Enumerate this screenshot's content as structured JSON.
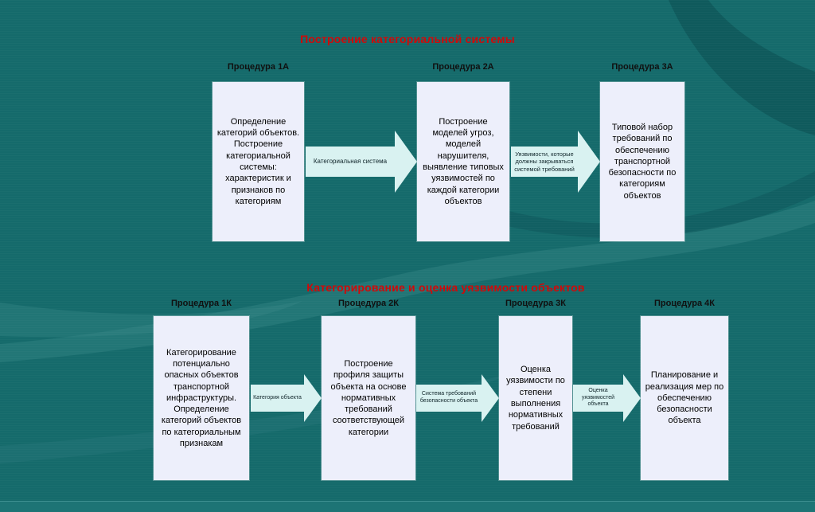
{
  "colors": {
    "background": "#156a6b",
    "box_fill": "#edeffb",
    "arrow_fill": "#d9f2f1",
    "section_title": "#cf0a0a",
    "procedure_header": "#101010",
    "box_text": "#000000"
  },
  "sections": [
    {
      "title": "Построение категориальной системы",
      "procedures": [
        {
          "header": "Процедура 1А",
          "body": "Определение категорий объектов. Построение категориальной системы: характеристик и признаков по категориям"
        },
        {
          "header": "Процедура 2А",
          "body": "Построение моделей угроз, моделей нарушителя, выявление типовых уязвимостей по каждой категории объектов"
        },
        {
          "header": "Процедура 3А",
          "body": "Типовой набор требований по обеспечению транспортной безопасности по категориям объектов"
        }
      ],
      "arrows": [
        {
          "label": "Категориальная система"
        },
        {
          "label": "Уязвимости, которые должны закрываться системой требований"
        }
      ]
    },
    {
      "title": "Категорирование и оценка уязвимости объектов",
      "procedures": [
        {
          "header": "Процедура 1К",
          "body": "Категорирование потенциально опасных объектов транспортной инфраструктуры. Определение категорий объектов по категориальным признакам"
        },
        {
          "header": "Процедура 2К",
          "body": "Построение профиля защиты объекта на основе нормативных требований соответствующей категории"
        },
        {
          "header": "Процедура 3К",
          "body": "Оценка уязвимости по степени выполнения нормативных требований"
        },
        {
          "header": "Процедура 4К",
          "body": "Планирование и реализация мер по обеспечению безопасности объекта"
        }
      ],
      "arrows": [
        {
          "label": "Категория объекта"
        },
        {
          "label": "Система требований безопасности объекта"
        },
        {
          "label": "Оценка уязвимостей объекта"
        }
      ]
    }
  ]
}
